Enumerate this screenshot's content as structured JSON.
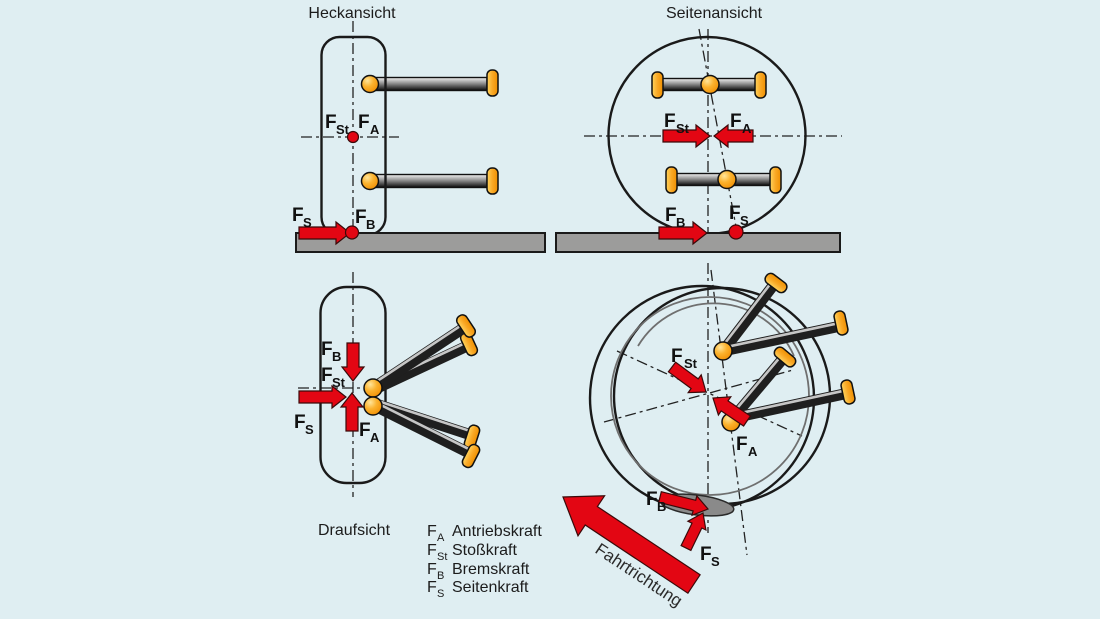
{
  "colors": {
    "background": "#dfeef2",
    "force_red": "#e30613",
    "joint_orange": "#f7a600",
    "ground_gray": "#9c9c9b",
    "line_dark": "#1a1a1a"
  },
  "titles": {
    "rear": "Heckansicht",
    "side": "Seitenansicht",
    "top": "Draufsicht"
  },
  "force_symbol": "F",
  "subs": {
    "A": "A",
    "St": "St",
    "B": "B",
    "S": "S"
  },
  "legend": {
    "items": [
      {
        "sub": "A",
        "label": "Antriebskraft"
      },
      {
        "sub": "St",
        "label": "Stoßkraft"
      },
      {
        "sub": "B",
        "label": "Bremskraft"
      },
      {
        "sub": "S",
        "label": "Seitenkraft"
      }
    ]
  },
  "direction_label": "Fahrtrichtung"
}
